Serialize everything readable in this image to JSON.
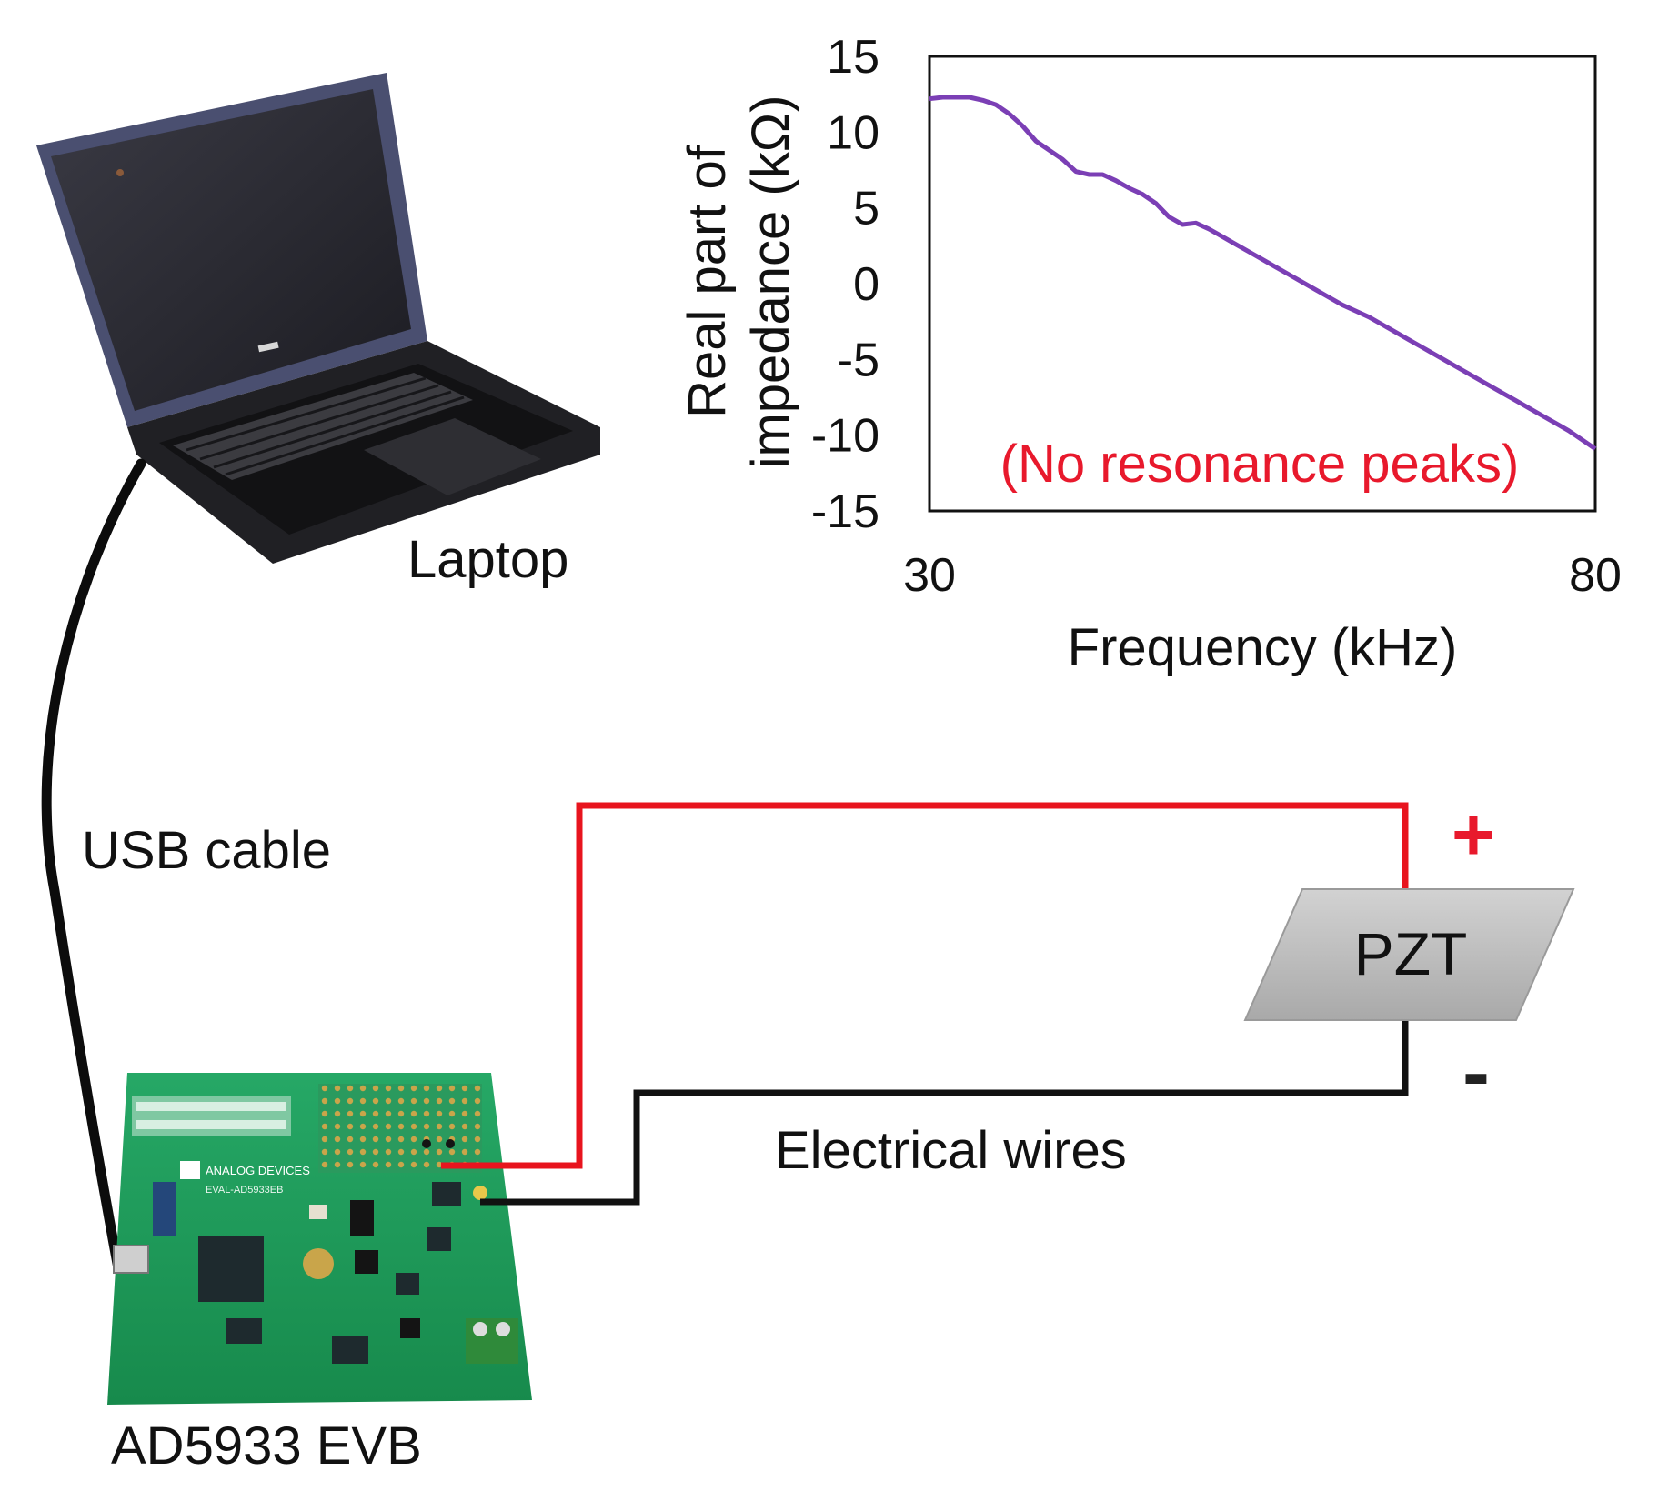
{
  "labels": {
    "laptop": "Laptop",
    "usb_cable": "USB cable",
    "board": "AD5933 EVB",
    "electrical_wires": "Electrical wires",
    "pzt": "PZT",
    "plus": "+",
    "minus": "-"
  },
  "board_silkscreen": {
    "brand": "ANALOG DEVICES",
    "model": "EVAL-AD5933EB"
  },
  "colors": {
    "curve": "#7B3FB5",
    "annotation": "#E8192C",
    "positive_wire": "#E8141E",
    "negative_wire": "#111111",
    "pcb": "#1D9A5A"
  },
  "chart_data": {
    "type": "line",
    "title": "",
    "xlabel": "Frequency (kHz)",
    "ylabel": "Real part of impedance (kΩ)",
    "ylabel_lines": [
      "Real part of",
      "impedance (kΩ)"
    ],
    "xlim": [
      30,
      80
    ],
    "ylim": [
      -15,
      15
    ],
    "xticks": [
      30,
      80
    ],
    "yticks": [
      15,
      10,
      5,
      0,
      -5,
      -10,
      -15
    ],
    "grid": false,
    "annotation": "(No resonance peaks)",
    "series": [
      {
        "x": [
          30,
          31,
          32,
          33,
          34,
          35,
          36,
          37,
          38,
          39,
          40,
          41,
          42,
          43,
          44,
          45,
          46,
          47,
          48,
          49,
          50,
          51,
          52,
          53,
          54,
          55,
          56,
          57,
          58,
          59,
          60,
          61,
          62,
          63,
          64,
          65,
          66,
          67,
          68,
          69,
          70,
          71,
          72,
          73,
          74,
          75,
          76,
          77,
          78,
          79,
          80
        ],
        "values": [
          12.2,
          12.3,
          12.3,
          12.3,
          12.1,
          11.8,
          11.2,
          10.4,
          9.4,
          8.8,
          8.2,
          7.4,
          7.2,
          7.2,
          6.8,
          6.3,
          5.9,
          5.3,
          4.4,
          3.9,
          4.0,
          3.6,
          3.1,
          2.6,
          2.1,
          1.6,
          1.1,
          0.6,
          0.1,
          -0.4,
          -0.9,
          -1.4,
          -1.8,
          -2.2,
          -2.7,
          -3.2,
          -3.7,
          -4.2,
          -4.7,
          -5.2,
          -5.7,
          -6.2,
          -6.7,
          -7.2,
          -7.7,
          -8.2,
          -8.7,
          -9.2,
          -9.7,
          -10.3,
          -10.9
        ]
      }
    ]
  }
}
